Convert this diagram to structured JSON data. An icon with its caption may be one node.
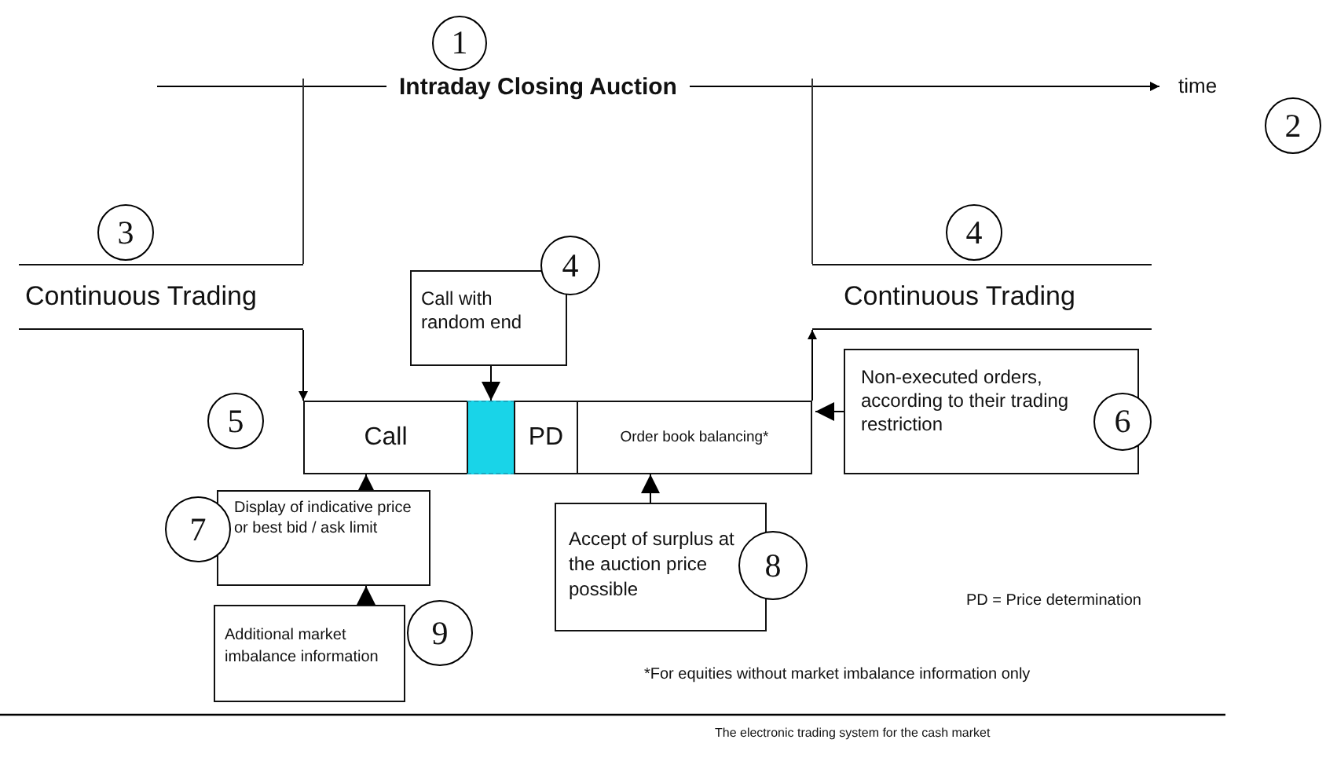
{
  "diagram": {
    "nodes": [
      {
        "text": [
          "1"
        ]
      },
      {
        "text": [
          "2"
        ]
      },
      {
        "text": [
          "3"
        ]
      },
      {
        "text": [
          "4"
        ]
      },
      {
        "text": [
          "Continuous Trading"
        ]
      },
      {
        "text": [
          "Call with random end"
        ]
      },
      {
        "text": [
          "4"
        ]
      },
      {
        "text": [
          "Continuous Trading"
        ]
      },
      {
        "text": [
          "5"
        ]
      },
      {
        "text": [
          "Call"
        ]
      },
      {
        "text": [],
        "shape": "box"
      },
      {
        "text": [
          "PD"
        ]
      },
      {
        "text": [
          "Order book balancing*"
        ]
      },
      {
        "text": [
          "Non-executed orders, according to their trading restriction"
        ]
      },
      {
        "text": [
          "6"
        ]
      },
      {
        "text": [
          "Display of indicative price or best bid / ask limit"
        ]
      },
      {
        "text": [
          "7"
        ]
      },
      {
        "text": [
          "Accept of surplus at the auction price possible"
        ]
      },
      {
        "text": [
          "8"
        ]
      },
      {
        "text": [
          "Additional market imbalance information"
        ]
      },
      {
        "text": [
          "9"
        ]
      }
    ],
    "edges": [
      {
        "from": 5,
        "to": 10,
        "arrow": "to"
      },
      {
        "from": 15,
        "to": 9,
        "arrow": "to"
      },
      {
        "from": 19,
        "to": 15,
        "arrow": "to"
      },
      {
        "from": 17,
        "to": 12,
        "arrow": "to"
      },
      {
        "from": 13,
        "to": 12,
        "arrow": "to"
      },
      {
        "from": 12,
        "to": 7,
        "arrow": "to"
      },
      {
        "from": 4,
        "to": 9,
        "arrow": "to"
      }
    ],
    "labels": [
      "Intraday Closing Auction",
      "time",
      "PD = Price determination",
      "*For equities without market imbalance information only",
      "The electronic trading system for the cash market"
    ]
  }
}
